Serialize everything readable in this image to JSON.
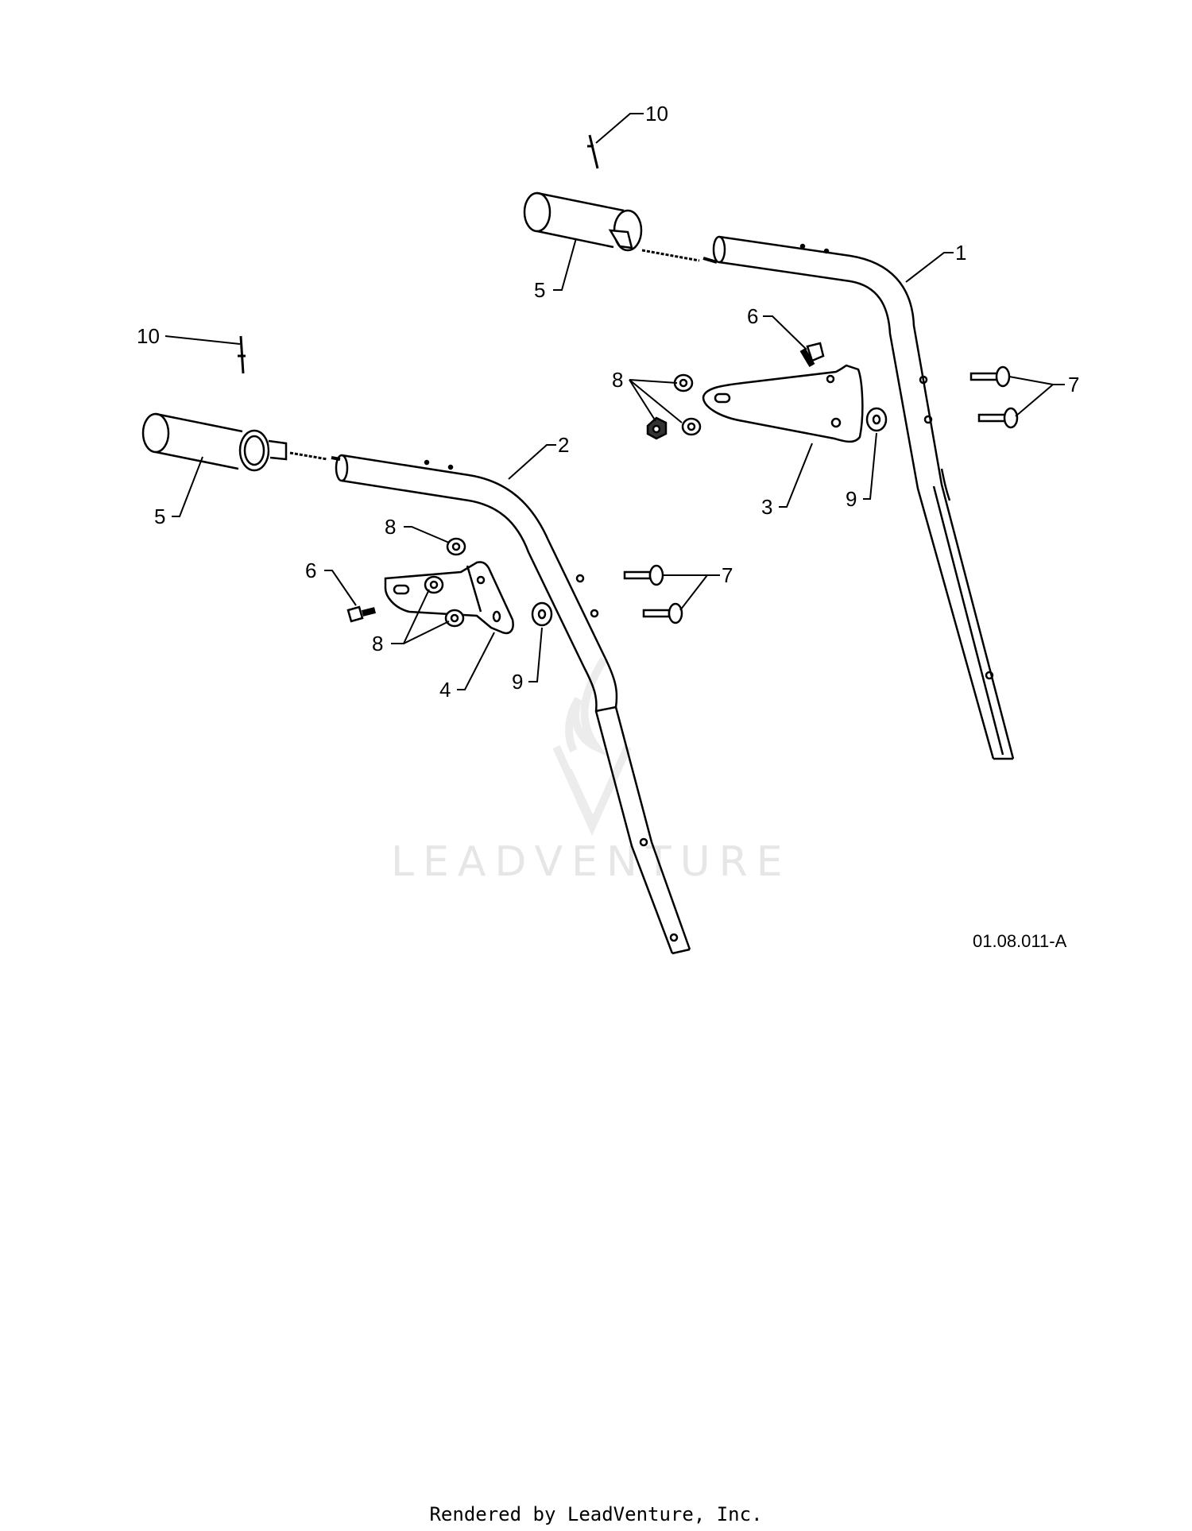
{
  "drawing_id": "01.08.011-A",
  "footer": "Rendered by LeadVenture, Inc.",
  "watermark": "LEADVENTURE",
  "callouts": [
    {
      "id": "c10a",
      "label": "10"
    },
    {
      "id": "c5a",
      "label": "5"
    },
    {
      "id": "c1",
      "label": "1"
    },
    {
      "id": "c6a",
      "label": "6"
    },
    {
      "id": "c8a",
      "label": "8"
    },
    {
      "id": "c7a",
      "label": "7"
    },
    {
      "id": "c9a",
      "label": "9"
    },
    {
      "id": "c3",
      "label": "3"
    },
    {
      "id": "c10b",
      "label": "10"
    },
    {
      "id": "c5b",
      "label": "5"
    },
    {
      "id": "c2",
      "label": "2"
    },
    {
      "id": "c8b",
      "label": "8"
    },
    {
      "id": "c6b",
      "label": "6"
    },
    {
      "id": "c8c",
      "label": "8"
    },
    {
      "id": "c7b",
      "label": "7"
    },
    {
      "id": "c9b",
      "label": "9"
    },
    {
      "id": "c4",
      "label": "4"
    }
  ]
}
